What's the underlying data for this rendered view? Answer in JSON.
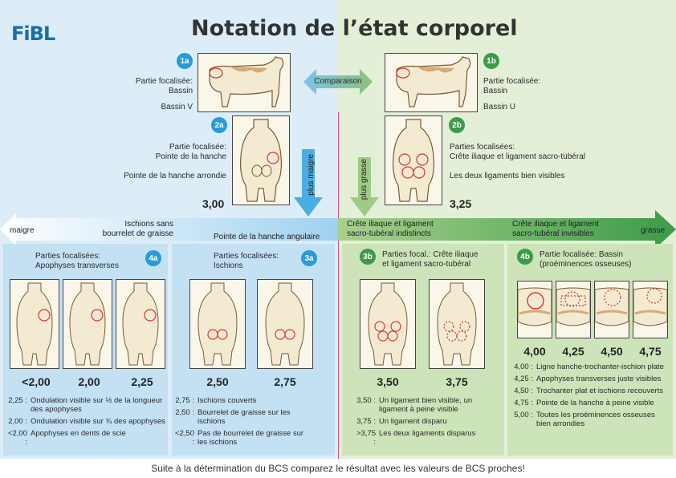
{
  "header": {
    "logo": "FiBL",
    "title": "Notation de l’état corporel"
  },
  "top": {
    "b1a": {
      "badge": "1a",
      "line1": "Partie focalisée:",
      "line2": "Bassin",
      "note": "Bassin V"
    },
    "b1b": {
      "badge": "1b",
      "line1": "Partie focalisée:",
      "line2": "Bassin",
      "note": "Bassin U"
    },
    "compare": "Comparaison",
    "b2a": {
      "badge": "2a",
      "line1": "Partie focalisée:",
      "line2": "Pointe de la hanche",
      "note": "Pointe de la hanche arrondie",
      "score": "3,00"
    },
    "b2b": {
      "badge": "2b",
      "line1": "Parties focalisées:",
      "line2": "Crête iliaque et ligament sacro-tubéral",
      "note": "Les deux ligaments bien visibles",
      "score": "3,25"
    },
    "plus_maigre": "plus maigre",
    "plus_grasse": "plus grasse"
  },
  "scale": {
    "maigre": "maigre",
    "grasse": "grasse",
    "ischions_line1": "Ischions sans",
    "ischions_line2": "bourrelet de graisse",
    "pointe": "Pointe de la hanche angulaire",
    "crete1_line1": "Crête iliaque et ligament",
    "crete1_line2": "sacro-tubéral indistincts",
    "crete2_line1": "Crête iliaque et ligament",
    "crete2_line2": "sacro-tubéral invisibles"
  },
  "panels": {
    "p4a": {
      "badge": "4a",
      "line1": "Parties focalisées:",
      "line2": "Apophyses transverses",
      "scores": [
        "<2,00",
        "2,00",
        "2,25"
      ],
      "legend": [
        {
          "k": "2,25 :",
          "v": "Ondulation visible sur ½ de la longueur des apophyses"
        },
        {
          "k": "2,00 :",
          "v": "Ondulation visible sur ¾ des apophyses"
        },
        {
          "k": "<2,00 :",
          "v": "Apophyses en dents de scie"
        }
      ]
    },
    "p3a": {
      "badge": "3a",
      "line1": "Parties focalisées:",
      "line2": "Ischions",
      "scores": [
        "2,50",
        "2,75"
      ],
      "legend": [
        {
          "k": "2,75 :",
          "v": "Ischions couverts"
        },
        {
          "k": "2,50 :",
          "v": "Bourrelet de graisse sur les ischions"
        },
        {
          "k": "<2,50 :",
          "v": "Pas de bourrelet de graisse sur les ischions"
        }
      ]
    },
    "p3b": {
      "badge": "3b",
      "line1": "Parties focal.: Crête iliaque",
      "line2": "et ligament sacro-tubéral",
      "scores": [
        "3,50",
        "3,75"
      ],
      "legend": [
        {
          "k": "3,50 :",
          "v": "Un ligament bien visible, un ligament à peine visible"
        },
        {
          "k": "3,75 :",
          "v": "Un ligament disparu"
        },
        {
          "k": ">3,75 :",
          "v": "Les deux ligaments disparus"
        }
      ]
    },
    "p4b": {
      "badge": "4b",
      "line1": "Partie focalisée: Bassin",
      "line2": "(proéminences osseuses)",
      "scores": [
        "4,00",
        "4,25",
        "4,50",
        "4,75"
      ],
      "legend": [
        {
          "k": "4,00 :",
          "v": "Ligne hanche-trochanter-ischion plate"
        },
        {
          "k": "4,25 :",
          "v": "Apophyses transverses juste visibles"
        },
        {
          "k": "4,50 :",
          "v": "Trochanter plat et ischions recouverts"
        },
        {
          "k": "4,75 :",
          "v": "Pointe de la hanche à peine visible"
        },
        {
          "k": "5,00 :",
          "v": "Toutes les proéminences osseuses bien arrondies"
        }
      ]
    }
  },
  "footer": "Suite à la détermination du BCS comparez le résultat avec les valeurs de BCS proches!",
  "colors": {
    "blue_bg": "#dcedf8",
    "green_bg": "#e4efd8",
    "blue_arrow": "#4aaee2",
    "green_arrow": "#3c9b48",
    "circle": "#dd3333"
  }
}
